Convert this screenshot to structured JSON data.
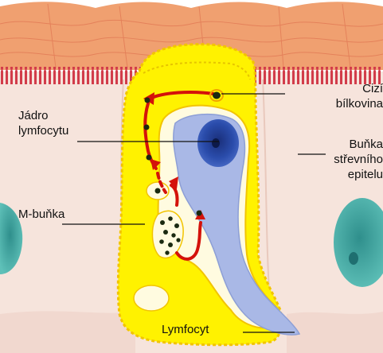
{
  "labels": {
    "foreign_protein": [
      "Cizí",
      "bílkovina"
    ],
    "lymphocyte_nucleus": [
      "Jádro",
      "lymfocytu"
    ],
    "intestinal_epithelial_cell": [
      "Buňka",
      "střevního",
      "epitelu"
    ],
    "m_cell": "M-buňka",
    "lymphocyte": "Lymfocyt"
  },
  "colors": {
    "background": "#ffffff",
    "mucus_surface": "#f0a070",
    "epithelial_cell": "#f6e4dc",
    "microvilli": "#d23c4a",
    "m_cell": "#fff200",
    "lymphocyte": "#a9b8e6",
    "lymphocyte_nucleus": "#1f3f9a",
    "adjacent_nucleus": "#3aa3a0",
    "arrow": "#d4120a",
    "particle": "#1a2a10"
  }
}
